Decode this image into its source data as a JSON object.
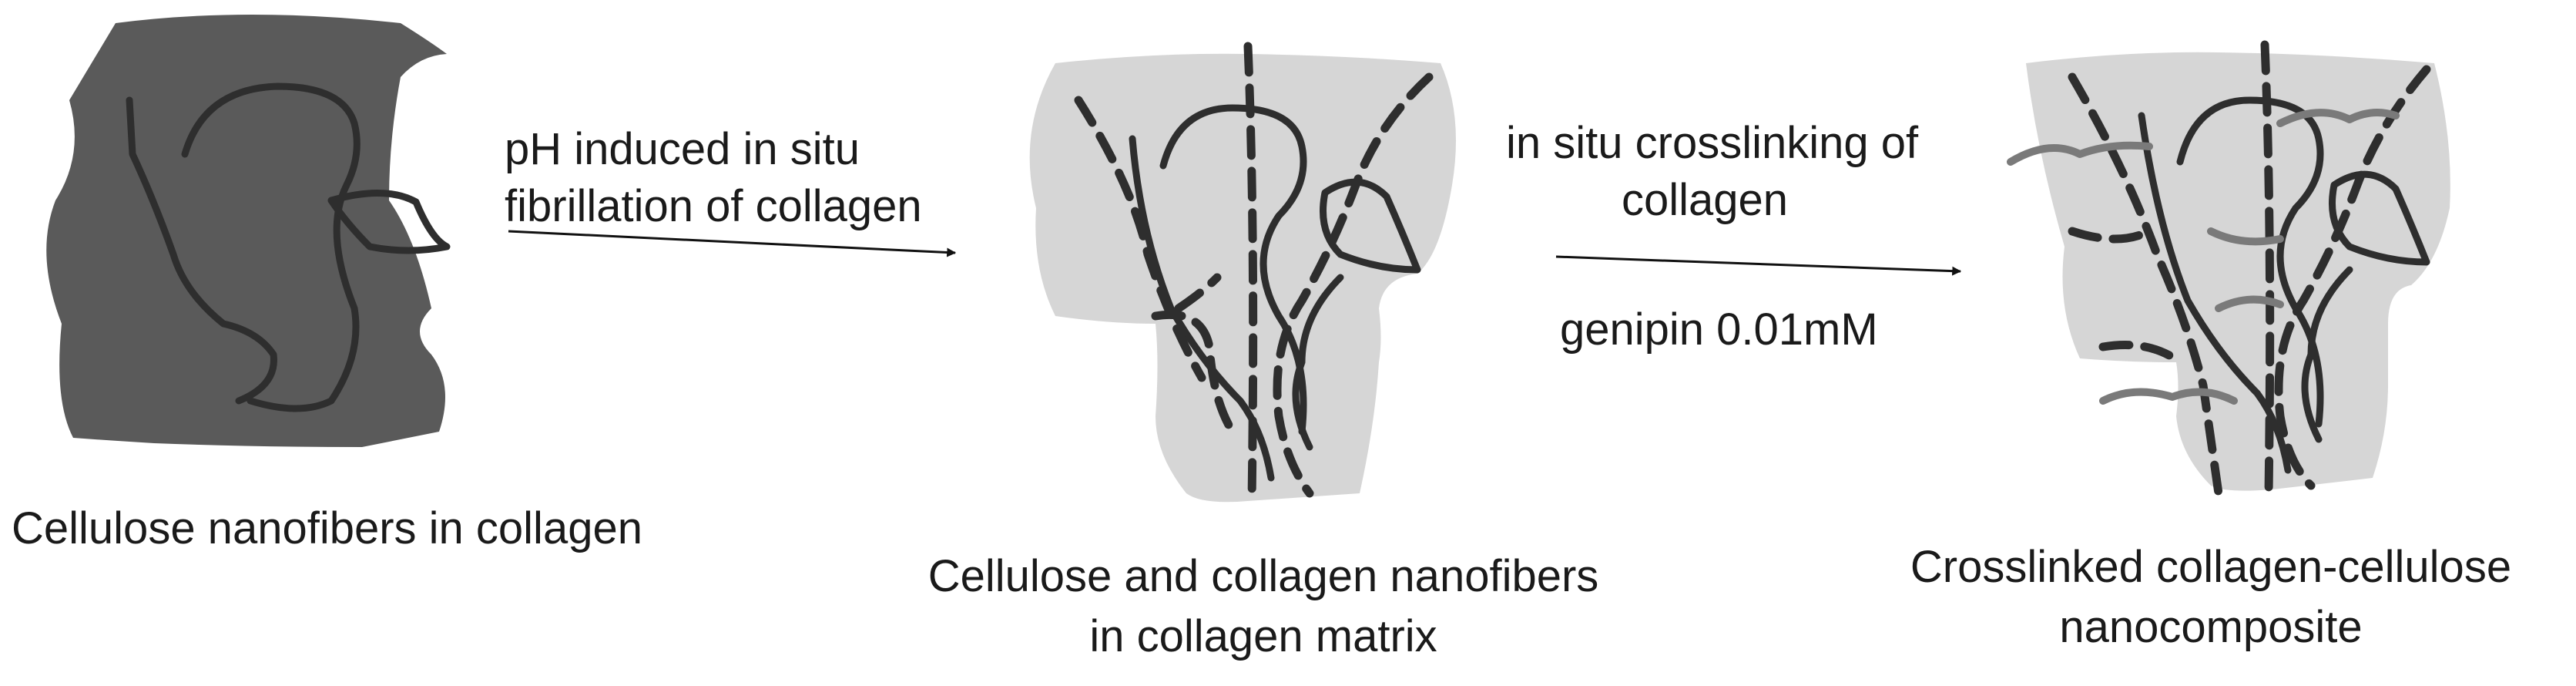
{
  "stages": [
    {
      "caption": [
        "Cellulose nanofibers in collagen"
      ],
      "fill": "#5a5a5a"
    },
    {
      "caption": [
        "Cellulose and collagen nanofibers",
        "in collagen matrix"
      ],
      "fill": "#d6d6d6"
    },
    {
      "caption": [
        "Crosslinked collagen-cellulose",
        "nanocomposite"
      ],
      "fill": "#d6d6d6"
    }
  ],
  "steps": [
    {
      "above": [
        "pH induced  in situ",
        "fibrillation  of collagen"
      ],
      "below": []
    },
    {
      "above": [
        "in situ crosslinking of",
        "collagen"
      ],
      "below": [
        "genipin 0.01mM"
      ]
    }
  ],
  "colors": {
    "fiber": "#2e2e2e",
    "crosslink": "#7a7a7a",
    "arrow": "#111111"
  }
}
